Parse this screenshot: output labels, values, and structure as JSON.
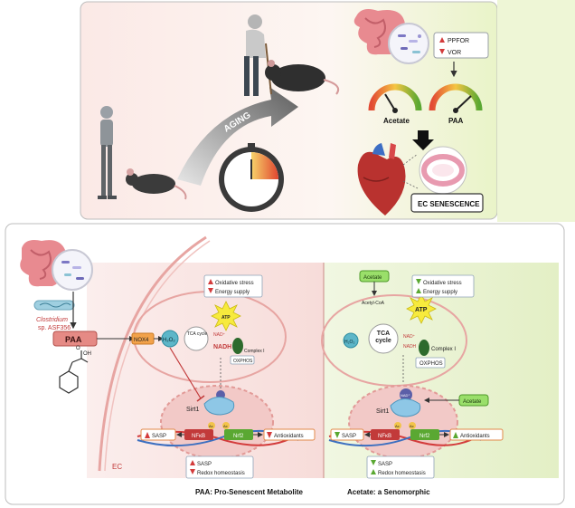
{
  "top": {
    "aging_label": "AGING",
    "gut_signals": [
      "PPFOR",
      "VOR"
    ],
    "gauge_left_label": "Acetate",
    "gauge_right_label": "PAA",
    "ec_senescence_label": "EC SENESCENCE"
  },
  "bottom": {
    "bacterium_name": "Clostridium",
    "bacterium_strain": "sp. ASF356",
    "paa_label": "PAA",
    "oh_label": "OH",
    "o_label": "O",
    "ec_label": "EC",
    "left": {
      "nox4": "NOX4",
      "h2o2": "H₂O₂",
      "tca": "TCA cycle",
      "nad_plus": "NAD⁺",
      "nadh": "NADH",
      "atp": "ATP",
      "complex": "Complex I",
      "oxphos": "OXPHOS",
      "stress_box": [
        "Oxidative stress",
        "Energy supply"
      ],
      "sirt1": "Sirt1",
      "nfkb": "NFκB",
      "nrf2": "Nrf2",
      "ac": "Ac",
      "sasp": "SASP",
      "antioxidants": "Antioxidants",
      "outcome_box": [
        "SASP",
        "Redox homeostasis"
      ],
      "caption": "PAA: Pro-Senescent Metabolite"
    },
    "right": {
      "acetate_top": "Acetate",
      "acetyl_coa": "Acetyl-CoA",
      "h2o2": "H₂O₂",
      "tca": "TCA cycle",
      "nad_plus": "NAD⁺",
      "nadh": "NADH",
      "atp": "ATP",
      "complex": "Complex I",
      "oxphos": "OXPHOS",
      "stress_box": [
        "Oxidative stress",
        "Energy supply"
      ],
      "acetate_side": "Acetate",
      "sirt1": "Sirt1",
      "nfkb": "NFκB",
      "nrf2": "Nrf2",
      "ac": "Ac",
      "sasp": "SASP",
      "antioxidants": "Antioxidants",
      "outcome_box": [
        "SASP",
        "Redox homeostasis"
      ],
      "caption": "Acetate: a Senomorphic"
    }
  },
  "colors": {
    "top_bg_left": "#fbe9e6",
    "top_bg_right": "#e9f4c8",
    "left_panel": "#f6d9d7",
    "right_panel": "#eaf3d0",
    "cell": "#f3c9c7",
    "red": "#d33b3b",
    "green": "#5aa832",
    "paa_box": "#e58a85",
    "nox": "#f2a24a",
    "h2o2": "#5db6c8",
    "sirt": "#8ec7e6",
    "atp": "#f7ea3d"
  }
}
